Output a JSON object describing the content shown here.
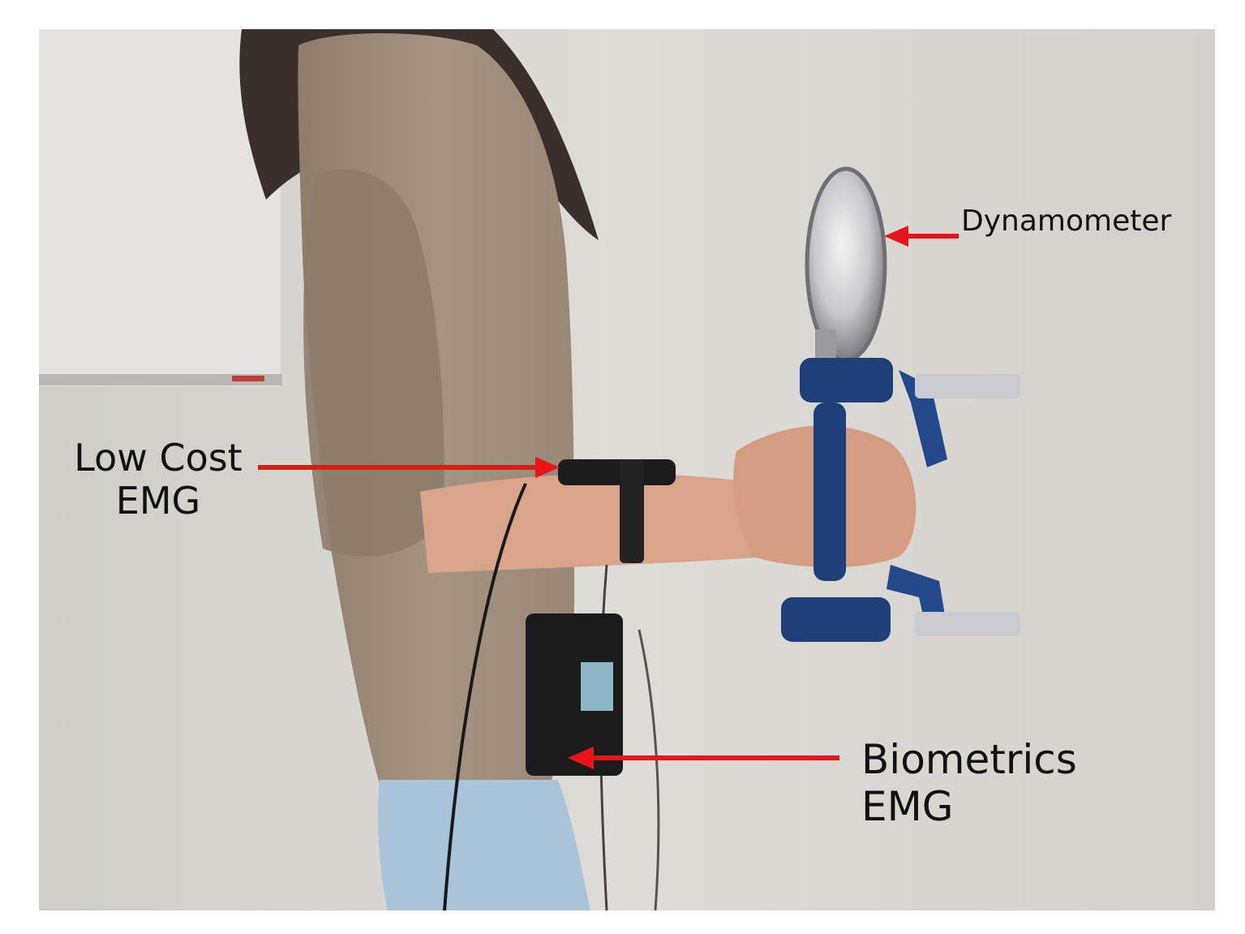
{
  "annotations": {
    "dynamometer": "Dynamometer",
    "low_cost_emg": [
      "Low Cost",
      "EMG"
    ],
    "biometrics_emg": [
      "Biometrics",
      "EMG"
    ]
  },
  "colors": {
    "arrow": "#e8141a",
    "wall": "#d9d8d3",
    "sweater": "#9c8a78",
    "jeans": "#a9c4d8",
    "dynamometer_handle": "#1f3f78",
    "skin": "#d9a58a"
  }
}
